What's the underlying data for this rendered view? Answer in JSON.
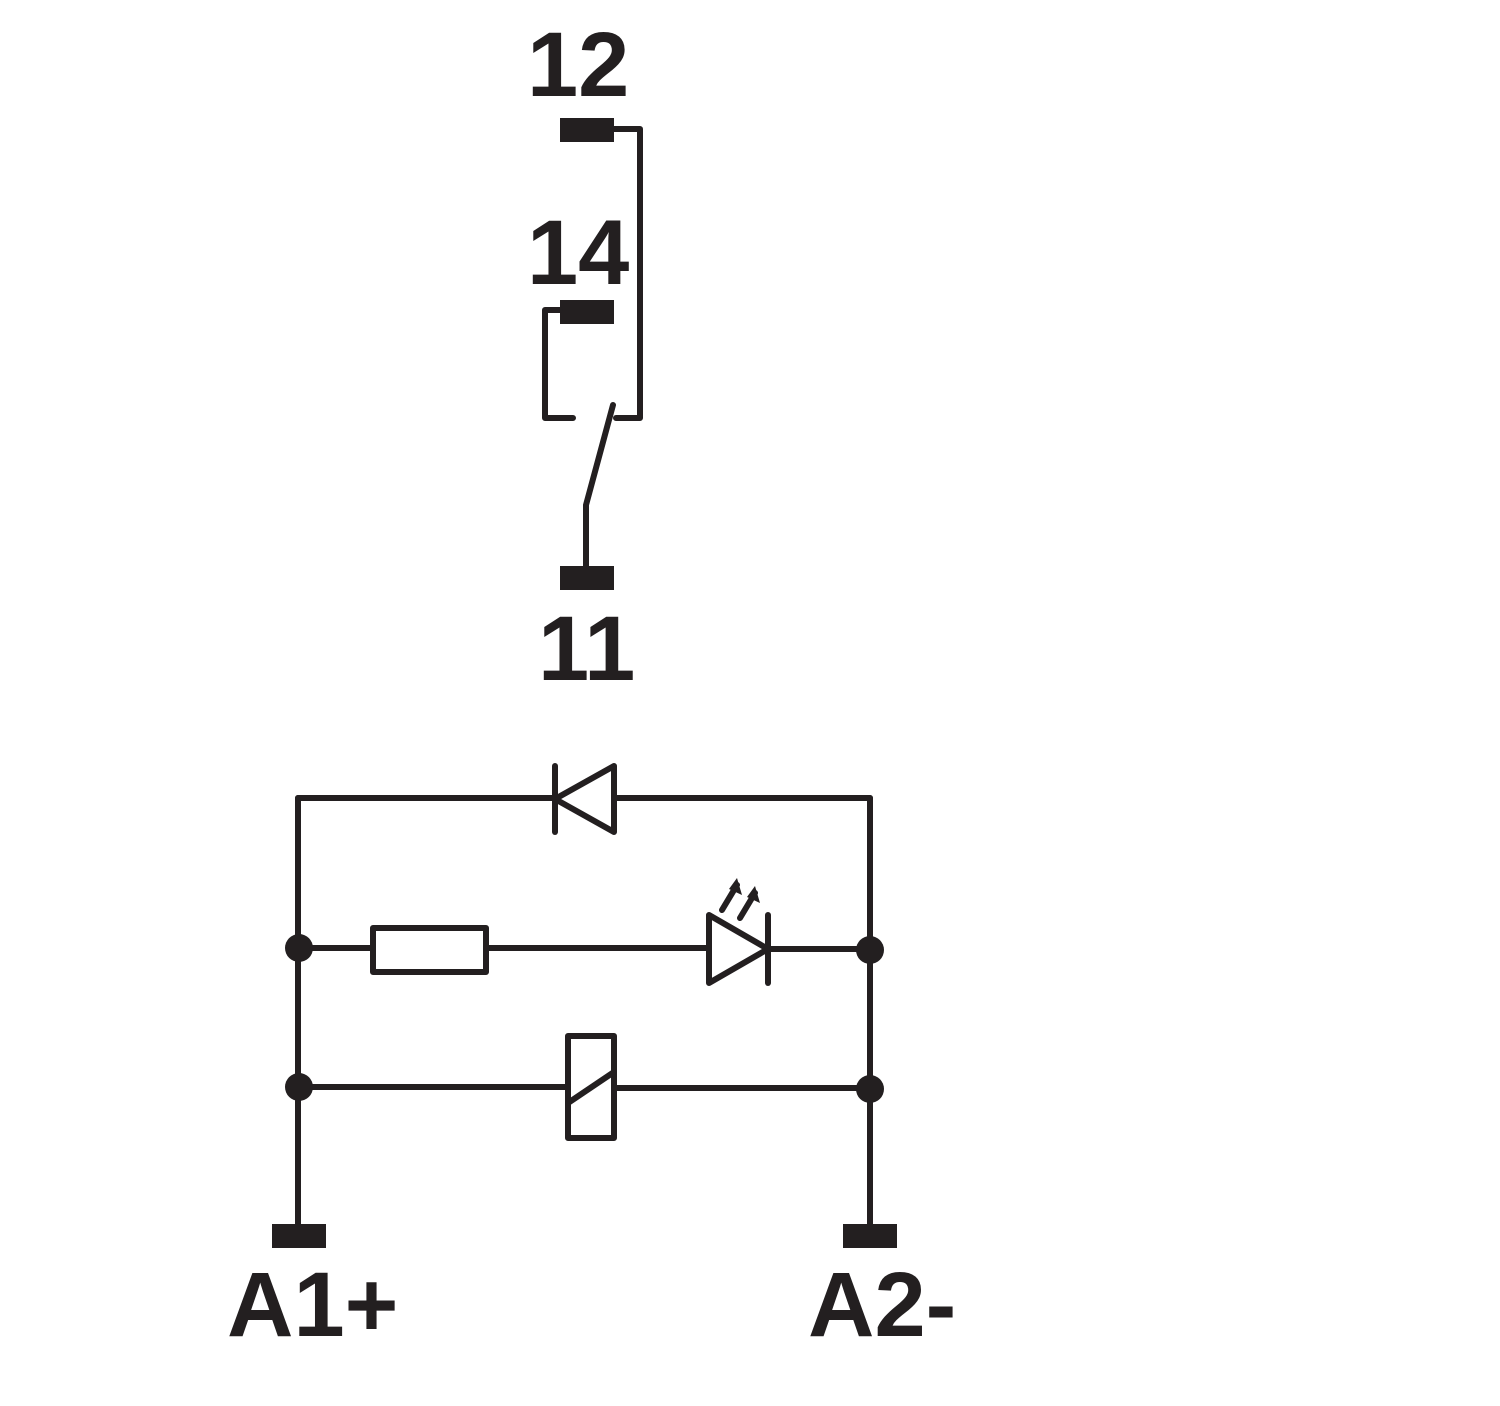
{
  "terminals": {
    "t12": "12",
    "t14": "14",
    "t11": "11",
    "a1": "A1+",
    "a2": "A2-"
  },
  "colors": {
    "ink": "#231f20",
    "background": "#ffffff"
  }
}
